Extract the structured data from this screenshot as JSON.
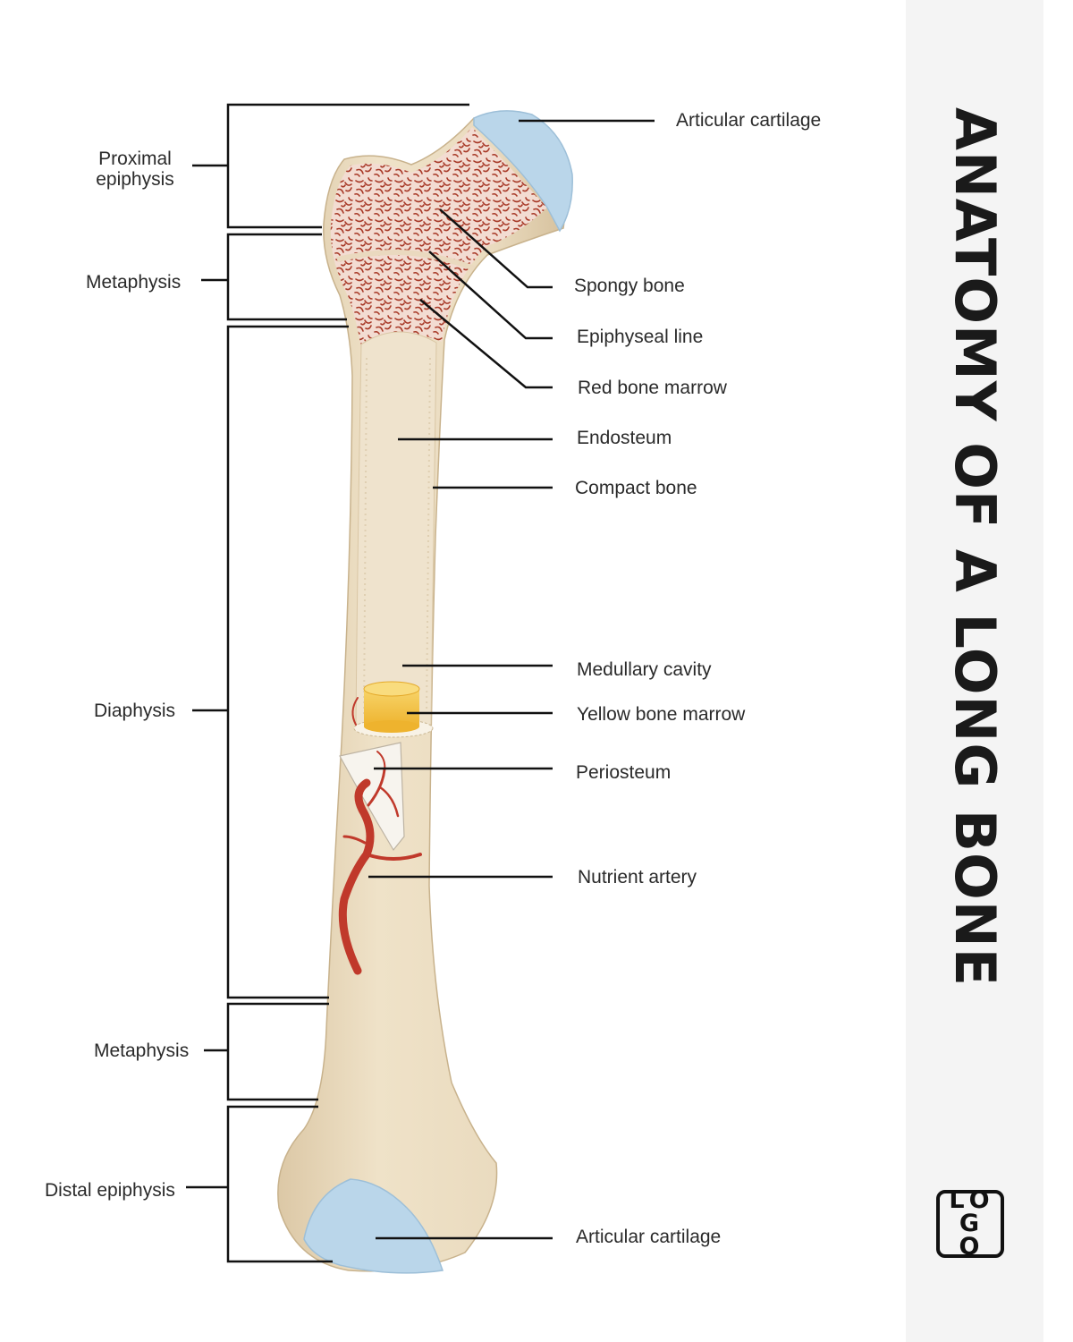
{
  "title": "ANATOMY OF A LONG BONE",
  "logo_text": "LOGO",
  "colors": {
    "bone": "#ecdcc0",
    "bone_shadow": "#d9c6a4",
    "cartilage": "#b9d6ea",
    "spongy": "#f3d9cf",
    "marrow_red": "#a83a28",
    "yellow_marrow": "#f2c040",
    "artery": "#c0392b",
    "line": "#111111",
    "panel": "#f4f4f4"
  },
  "left_labels": {
    "proximal_epiphysis": "Proximal\nepiphysis",
    "metaphysis_top": "Metaphysis",
    "diaphysis": "Diaphysis",
    "metaphysis_bottom": "Metaphysis",
    "distal_epiphysis": "Distal epiphysis"
  },
  "right_labels": {
    "articular_cartilage_top": "Articular cartilage",
    "spongy_bone": "Spongy bone",
    "epiphyseal_line": "Epiphyseal line",
    "red_bone_marrow": "Red bone marrow",
    "endosteum": "Endosteum",
    "compact_bone": "Compact bone",
    "medullary_cavity": "Medullary cavity",
    "yellow_bone_marrow": "Yellow bone marrow",
    "periosteum": "Periosteum",
    "nutrient_artery": "Nutrient artery",
    "articular_cartilage_bottom": "Articular cartilage"
  }
}
